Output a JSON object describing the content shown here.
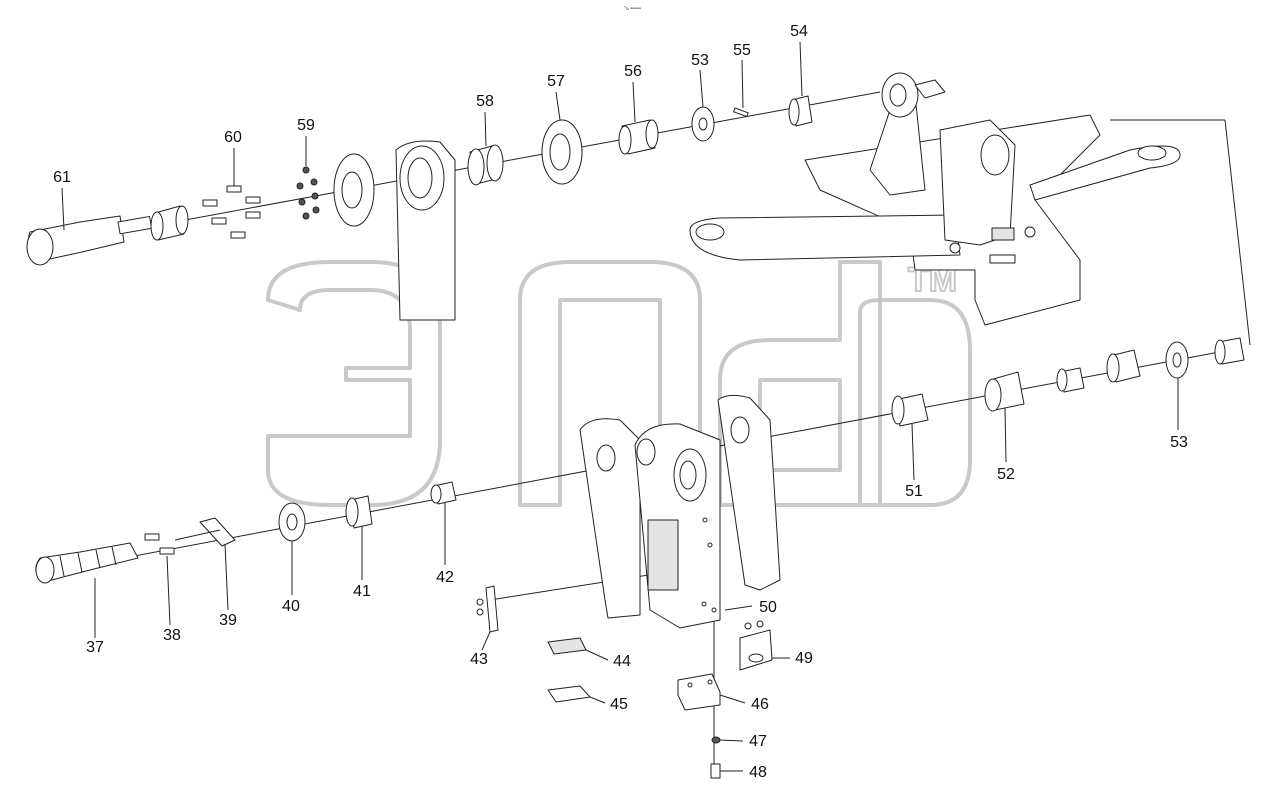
{
  "header": {
    "small_text": "\"ъ ═══"
  },
  "watermark": {
    "trademark": "TM"
  },
  "callouts": [
    {
      "id": "c37",
      "text": "37"
    },
    {
      "id": "c38",
      "text": "38"
    },
    {
      "id": "c39",
      "text": "39"
    },
    {
      "id": "c40",
      "text": "40"
    },
    {
      "id": "c41",
      "text": "41"
    },
    {
      "id": "c42",
      "text": "42"
    },
    {
      "id": "c43",
      "text": "43"
    },
    {
      "id": "c44",
      "text": "44"
    },
    {
      "id": "c45",
      "text": "45"
    },
    {
      "id": "c46",
      "text": "46"
    },
    {
      "id": "c47",
      "text": "47"
    },
    {
      "id": "c48",
      "text": "48"
    },
    {
      "id": "c49",
      "text": "49"
    },
    {
      "id": "c50",
      "text": "50"
    },
    {
      "id": "c51",
      "text": "51"
    },
    {
      "id": "c52",
      "text": "52"
    },
    {
      "id": "c53a",
      "text": "53"
    },
    {
      "id": "c53b",
      "text": "53"
    },
    {
      "id": "c54",
      "text": "54"
    },
    {
      "id": "c55",
      "text": "55"
    },
    {
      "id": "c56",
      "text": "56"
    },
    {
      "id": "c57",
      "text": "57"
    },
    {
      "id": "c58",
      "text": "58"
    },
    {
      "id": "c59",
      "text": "59"
    },
    {
      "id": "c60",
      "text": "60"
    },
    {
      "id": "c61",
      "text": "61"
    }
  ]
}
